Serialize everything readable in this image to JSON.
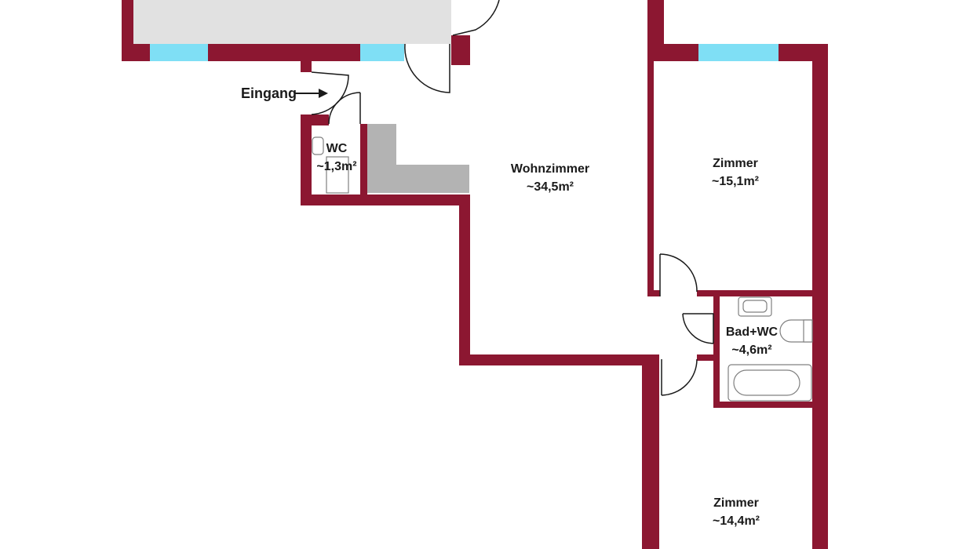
{
  "colors": {
    "wall": "#8c1731",
    "window": "#7fdff5",
    "kitchen": "#b3b3b3",
    "balcony": "#e1e1e1",
    "fixture": "#808080",
    "background": "#ffffff"
  },
  "entrance": {
    "label": "Eingang"
  },
  "rooms": {
    "wc": {
      "name": "WC",
      "area": "~1,3m²"
    },
    "living": {
      "name": "Wohnzimmer",
      "area": "~34,5m²"
    },
    "room1": {
      "name": "Zimmer",
      "area": "~15,1m²"
    },
    "bath": {
      "name": "Bad+WC",
      "area": "~4,6m²"
    },
    "room2": {
      "name": "Zimmer",
      "area": "~14,4m²"
    }
  },
  "icons": [
    "entrance-arrow-icon",
    "toilet-icon",
    "sink-icon",
    "bathtub-icon",
    "door-swing-icon"
  ]
}
